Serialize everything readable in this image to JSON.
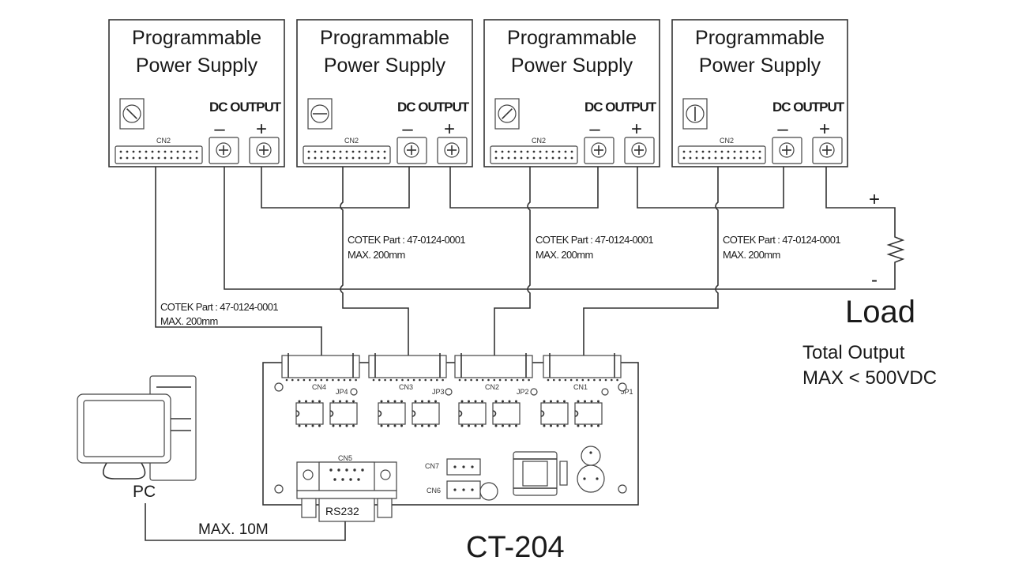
{
  "power_supplies": [
    {
      "title_line1": "Programmable",
      "title_line2": "Power Supply",
      "dc_output_label": "DC OUTPUT",
      "minus_label": "–",
      "plus_label": "+",
      "connector_label": "CN2"
    },
    {
      "title_line1": "Programmable",
      "title_line2": "Power Supply",
      "dc_output_label": "DC OUTPUT",
      "minus_label": "–",
      "plus_label": "+",
      "connector_label": "CN2"
    },
    {
      "title_line1": "Programmable",
      "title_line2": "Power Supply",
      "dc_output_label": "DC OUTPUT",
      "minus_label": "–",
      "plus_label": "+",
      "connector_label": "CN2"
    },
    {
      "title_line1": "Programmable",
      "title_line2": "Power Supply",
      "dc_output_label": "DC OUTPUT",
      "minus_label": "–",
      "plus_label": "+",
      "connector_label": "CN2"
    }
  ],
  "cables": [
    {
      "part_line": "COTEK Part : 47-0124-0001",
      "length_line": "MAX. 200mm"
    },
    {
      "part_line": "COTEK Part : 47-0124-0001",
      "length_line": "MAX. 200mm"
    },
    {
      "part_line": "COTEK Part : 47-0124-0001",
      "length_line": "MAX. 200mm"
    },
    {
      "part_line": "COTEK Part : 47-0124-0001",
      "length_line": "MAX. 200mm"
    }
  ],
  "load": {
    "plus_label": "+",
    "minus_label": "-",
    "title": "Load",
    "total_line1": "Total Output",
    "total_line2": "MAX < 500VDC"
  },
  "controller": {
    "model": "CT-204",
    "connectors": [
      "CN4",
      "CN3",
      "CN2",
      "CN1"
    ],
    "jumpers": [
      "JP4",
      "JP3",
      "JP2",
      "JP1"
    ],
    "serial_connector": "CN5",
    "aux_connectors": [
      "CN7",
      "CN6"
    ],
    "rs232_label": "RS232"
  },
  "pc": {
    "label": "PC",
    "cable_length": "MAX. 10M"
  },
  "colors": {
    "line": "#333333",
    "background": "#ffffff"
  }
}
